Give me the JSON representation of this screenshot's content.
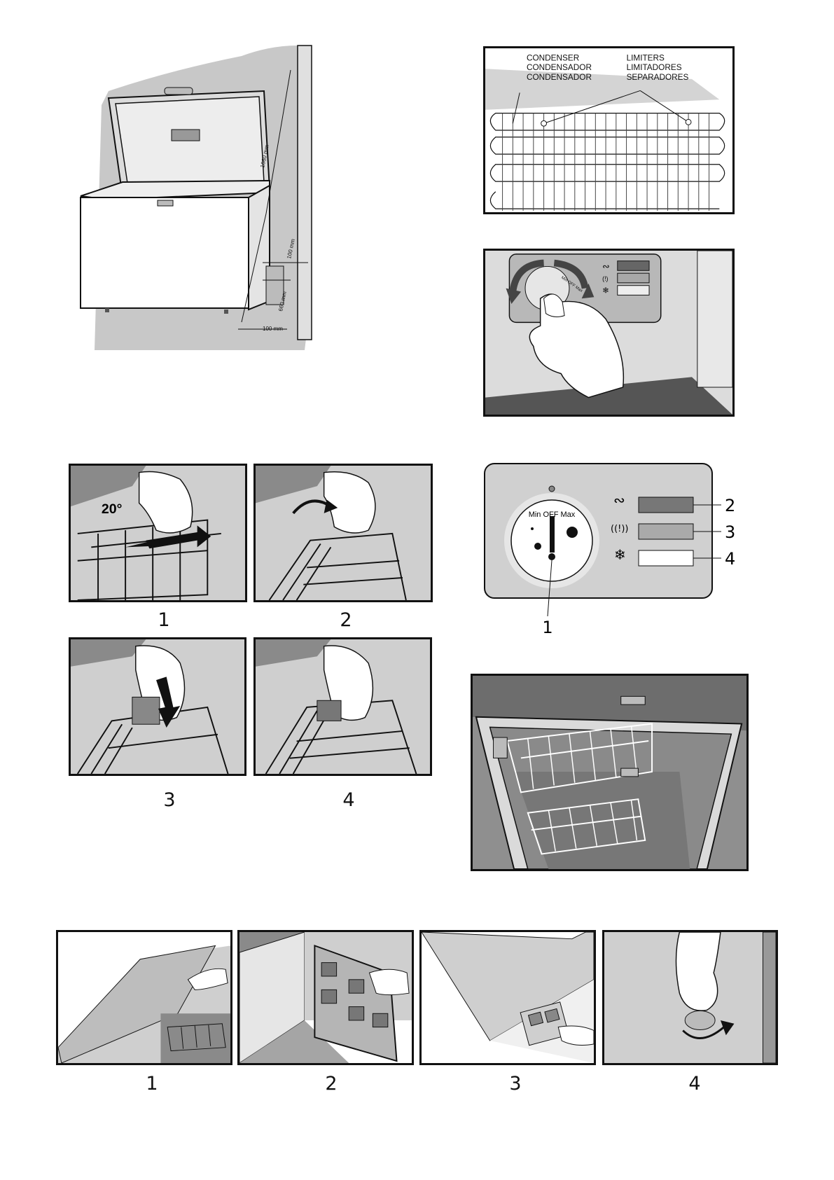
{
  "chest_freezer_figure": {
    "dim_height": "1660 mm",
    "dim_wall_top": "100 mm",
    "dim_vent_height": "660 mm",
    "dim_wall_bottom": "100 mm"
  },
  "condenser_figure": {
    "condenser_labels": [
      "CONDENSER",
      "CONDENSADOR",
      "CONDENSADOR"
    ],
    "limiter_labels": [
      "LIMITERS",
      "LIMITADORES",
      "SEPARADORES"
    ]
  },
  "control_knob_small": {
    "knob_text": "Min OFF Max"
  },
  "control_panel_figure": {
    "knob_text": "Min OFF Max",
    "callouts": [
      "1",
      "2",
      "3",
      "4"
    ]
  },
  "basket_handle_steps": {
    "angle_label": "20°",
    "step_captions": [
      "1",
      "2",
      "3",
      "4"
    ]
  },
  "defrost_steps": {
    "step_captions": [
      "1",
      "2",
      "3",
      "4"
    ]
  },
  "colors": {
    "panel_gray": "#cfcfcf",
    "dark_gray": "#777777",
    "ink": "#111111"
  },
  "icons": [
    "power-icon",
    "alarm-icon",
    "snowflake-icon"
  ]
}
